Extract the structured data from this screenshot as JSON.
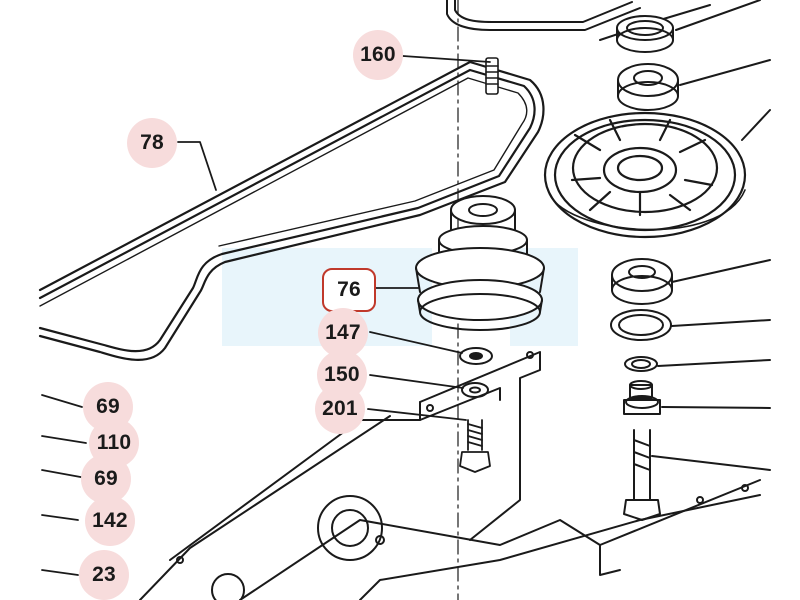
{
  "diagram": {
    "kind": "exploded parts diagram",
    "selected_part": "76",
    "colors": {
      "line": "#1a1a1a",
      "callout_bg": "#f7dcdc",
      "highlight_border": "#c0392b",
      "watermark": "#d6ecf7"
    },
    "callouts": [
      {
        "id": "c160",
        "label": "160",
        "highlighted": false
      },
      {
        "id": "c78",
        "label": "78",
        "highlighted": false
      },
      {
        "id": "c76",
        "label": "76",
        "highlighted": true
      },
      {
        "id": "c147",
        "label": "147",
        "highlighted": false
      },
      {
        "id": "c150",
        "label": "150",
        "highlighted": false
      },
      {
        "id": "c201",
        "label": "201",
        "highlighted": false
      },
      {
        "id": "c69a",
        "label": "69",
        "highlighted": false
      },
      {
        "id": "c110",
        "label": "110",
        "highlighted": false
      },
      {
        "id": "c69b",
        "label": "69",
        "highlighted": false
      },
      {
        "id": "c142",
        "label": "142",
        "highlighted": false
      },
      {
        "id": "c23",
        "label": "23",
        "highlighted": false
      }
    ]
  }
}
